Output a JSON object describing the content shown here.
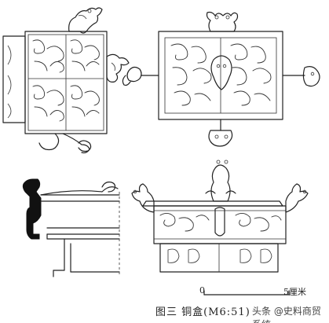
{
  "figure": {
    "caption": "图三   铜盒(M6:51)",
    "scale_zero": "0",
    "scale_label": "5厘米"
  },
  "watermark": {
    "text": "头条 @史料商贸系统"
  }
}
